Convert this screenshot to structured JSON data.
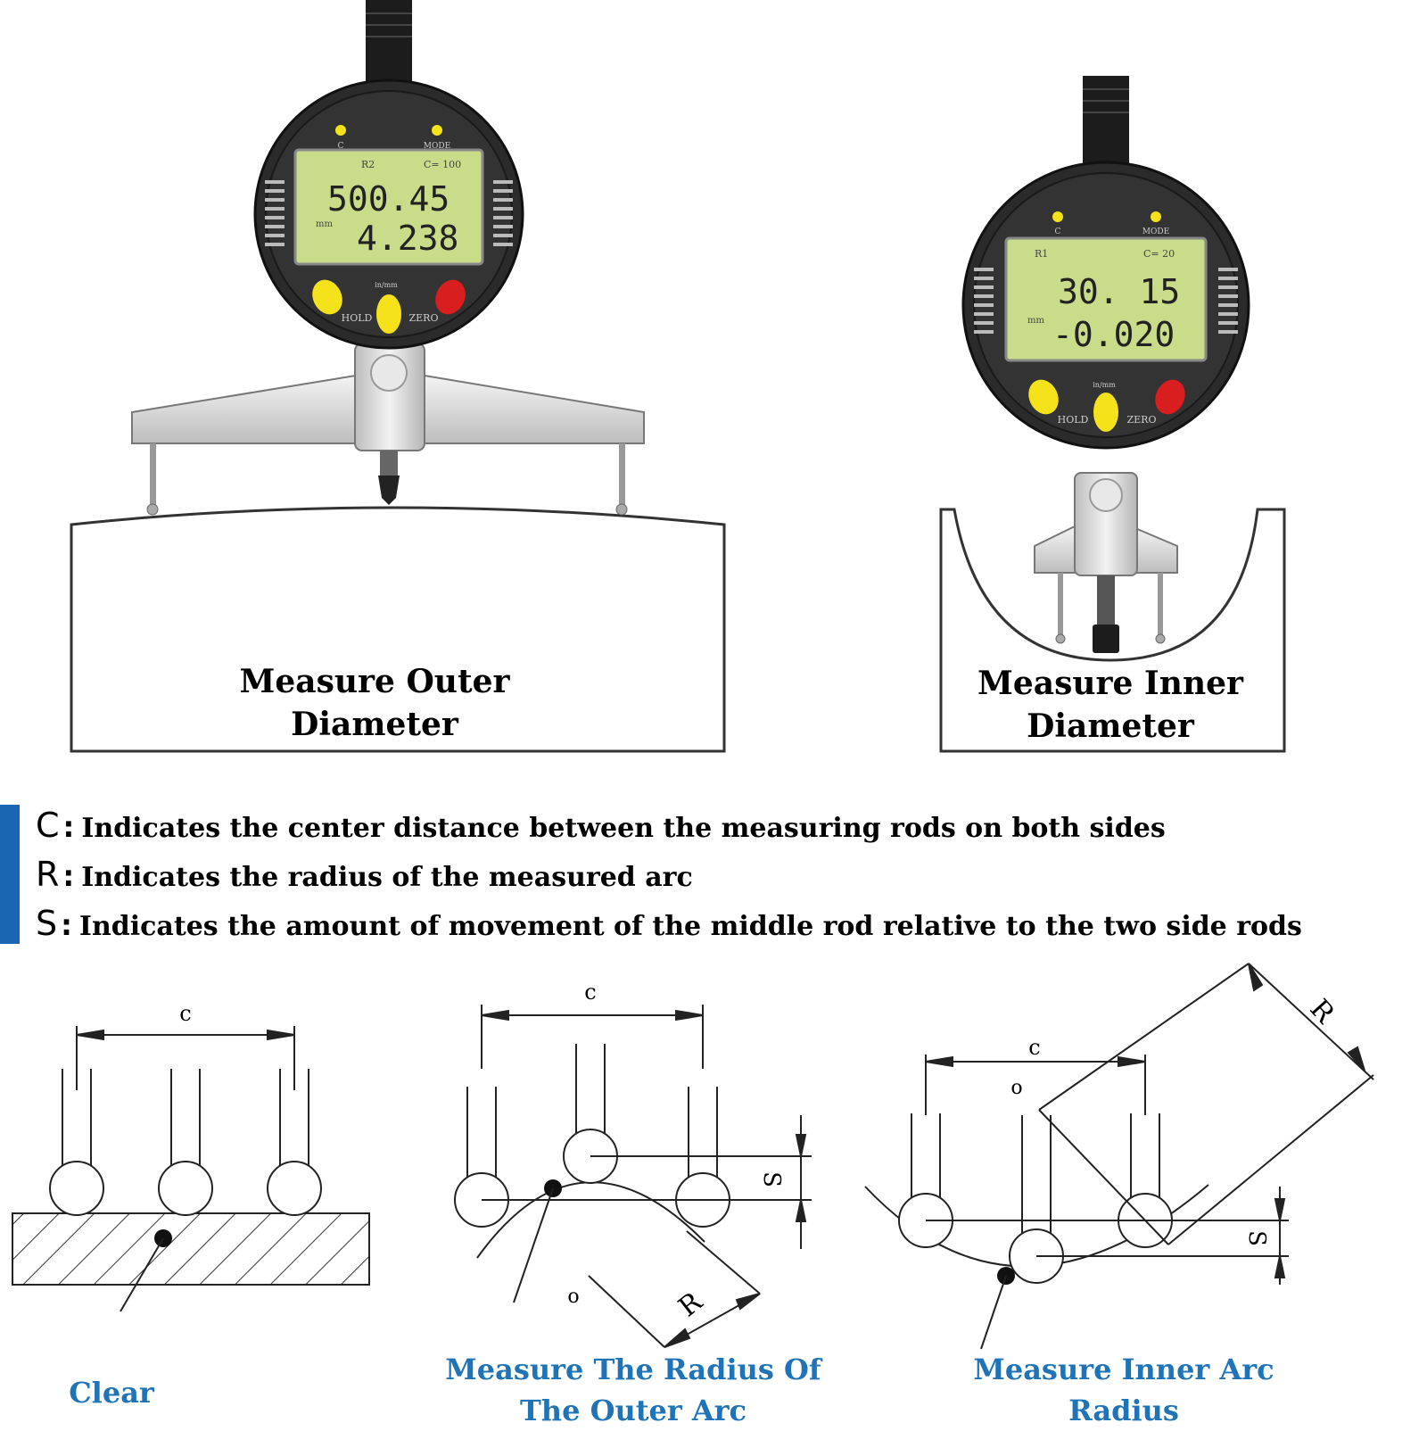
{
  "gauge_left": {
    "top_left_button": "C",
    "top_right_button": "MODE",
    "lcd_top_left": "R2",
    "lcd_top_right": "C= 100",
    "reading_primary": "500.45",
    "unit": "mm",
    "reading_secondary": "4.238",
    "center_button": "in/mm",
    "hold_label": "HOLD",
    "zero_label": "ZERO"
  },
  "gauge_right": {
    "top_left_button": "C",
    "top_right_button": "MODE",
    "lcd_top_left": "R1",
    "lcd_top_right": "C= 20",
    "reading_primary": "30. 15",
    "unit": "mm",
    "reading_secondary": "-0.020",
    "center_button": "in/mm",
    "hold_label": "HOLD",
    "zero_label": "ZERO"
  },
  "setups": {
    "outer": {
      "line1": "Measure Outer",
      "line2": "Diameter"
    },
    "inner": {
      "line1": "Measure Inner",
      "line2": "Diameter"
    }
  },
  "legend": [
    {
      "letter": "C",
      "text": "Indicates the center distance between the measuring rods on both sides"
    },
    {
      "letter": "R",
      "text": "Indicates the radius of the measured arc"
    },
    {
      "letter": "S",
      "text": "Indicates the amount of movement of the middle rod relative to the two side rods"
    }
  ],
  "diagrams": {
    "clear": {
      "c_label": "c",
      "caption": "Clear"
    },
    "outer_arc": {
      "c_label": "c",
      "s_label": "S",
      "r_label": "R",
      "o_label": "o",
      "caption_line1": "Measure The Radius Of",
      "caption_line2": "The Outer Arc"
    },
    "inner_arc": {
      "c_label": "c",
      "s_label": "S",
      "r_label": "R",
      "o_label": "o",
      "caption_line1": "Measure Inner Arc",
      "caption_line2": "Radius"
    }
  },
  "colors": {
    "legend_bar": "#1a66b3",
    "caption_blue": "#1f73b7",
    "lcd_green": "#c8dc8a",
    "button_yellow": "#f5e21a",
    "button_red": "#d81e1e"
  }
}
